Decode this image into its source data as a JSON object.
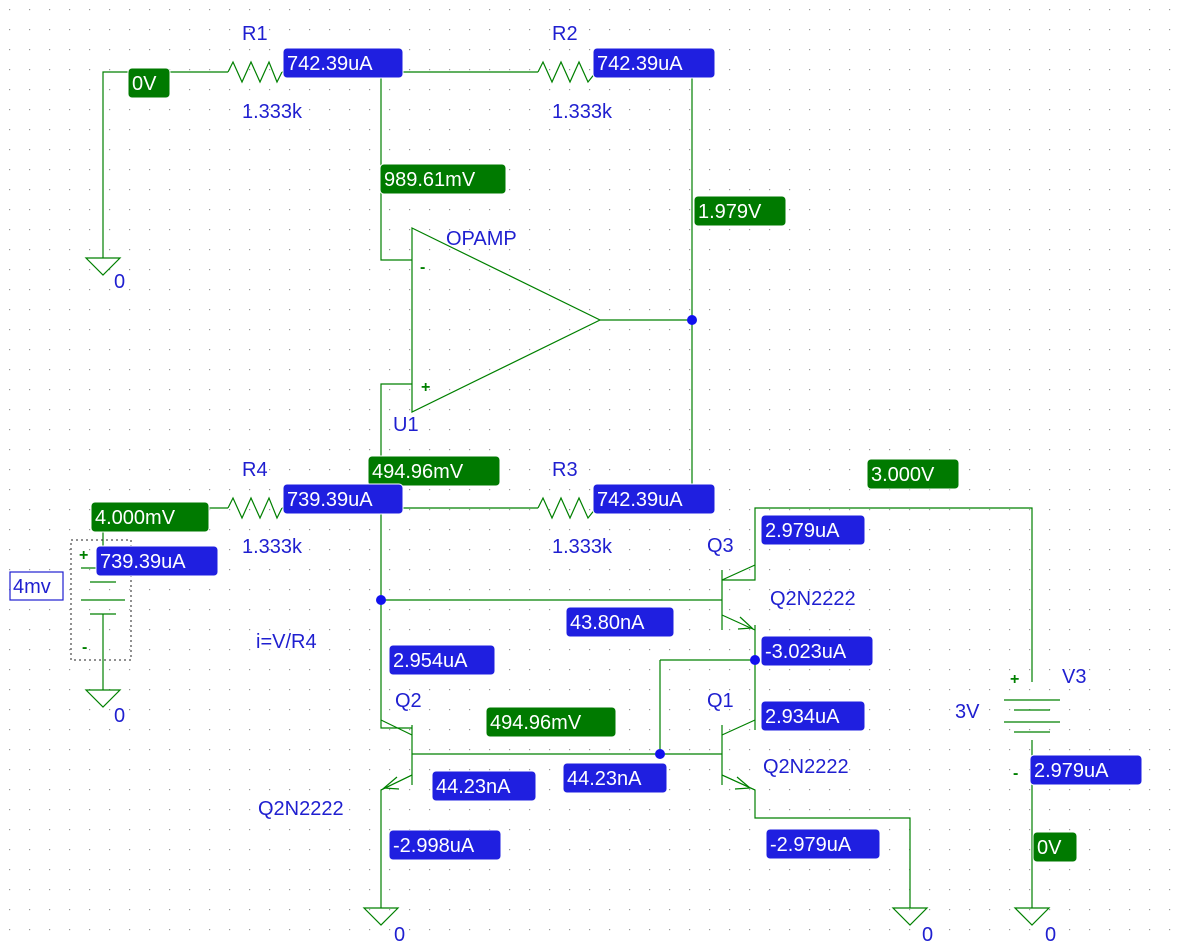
{
  "colors": {
    "wire": "#008000",
    "label": "#1f1fd0",
    "voltage_tag": "#007a00",
    "current_tag": "#1f1fe0",
    "junction": "#1111ee"
  },
  "components": {
    "R1": {
      "ref": "R1",
      "value": "1.333k"
    },
    "R2": {
      "ref": "R2",
      "value": "1.333k"
    },
    "R3": {
      "ref": "R3",
      "value": "1.333k"
    },
    "R4": {
      "ref": "R4",
      "value": "1.333k"
    },
    "U1": {
      "ref": "U1",
      "model": "OPAMP",
      "minus": "-",
      "plus": "+"
    },
    "Q1": {
      "ref": "Q1",
      "model": "Q2N2222"
    },
    "Q2": {
      "ref": "Q2",
      "model": "Q2N2222"
    },
    "Q3": {
      "ref": "Q3",
      "model": "Q2N2222"
    },
    "V3": {
      "ref": "V3",
      "value": "3V",
      "plus": "+",
      "minus": "-"
    },
    "vsrc": {
      "value": "4mv",
      "plus": "+",
      "minus": "-"
    }
  },
  "annotation": "i=V/R4",
  "ground_label": "0",
  "voltage_tags": [
    "0V",
    "989.61mV",
    "1.979V",
    "494.96mV",
    "4.000mV",
    "3.000V",
    "494.96mV",
    "0V"
  ],
  "current_tags": [
    "742.39uA",
    "742.39uA",
    "739.39uA",
    "742.39uA",
    "739.39uA",
    "2.979uA",
    "43.80nA",
    "-3.023uA",
    "2.954uA",
    "2.934uA",
    "44.23nA",
    "44.23nA",
    "2.979uA",
    "-2.998uA",
    "-2.979uA"
  ]
}
